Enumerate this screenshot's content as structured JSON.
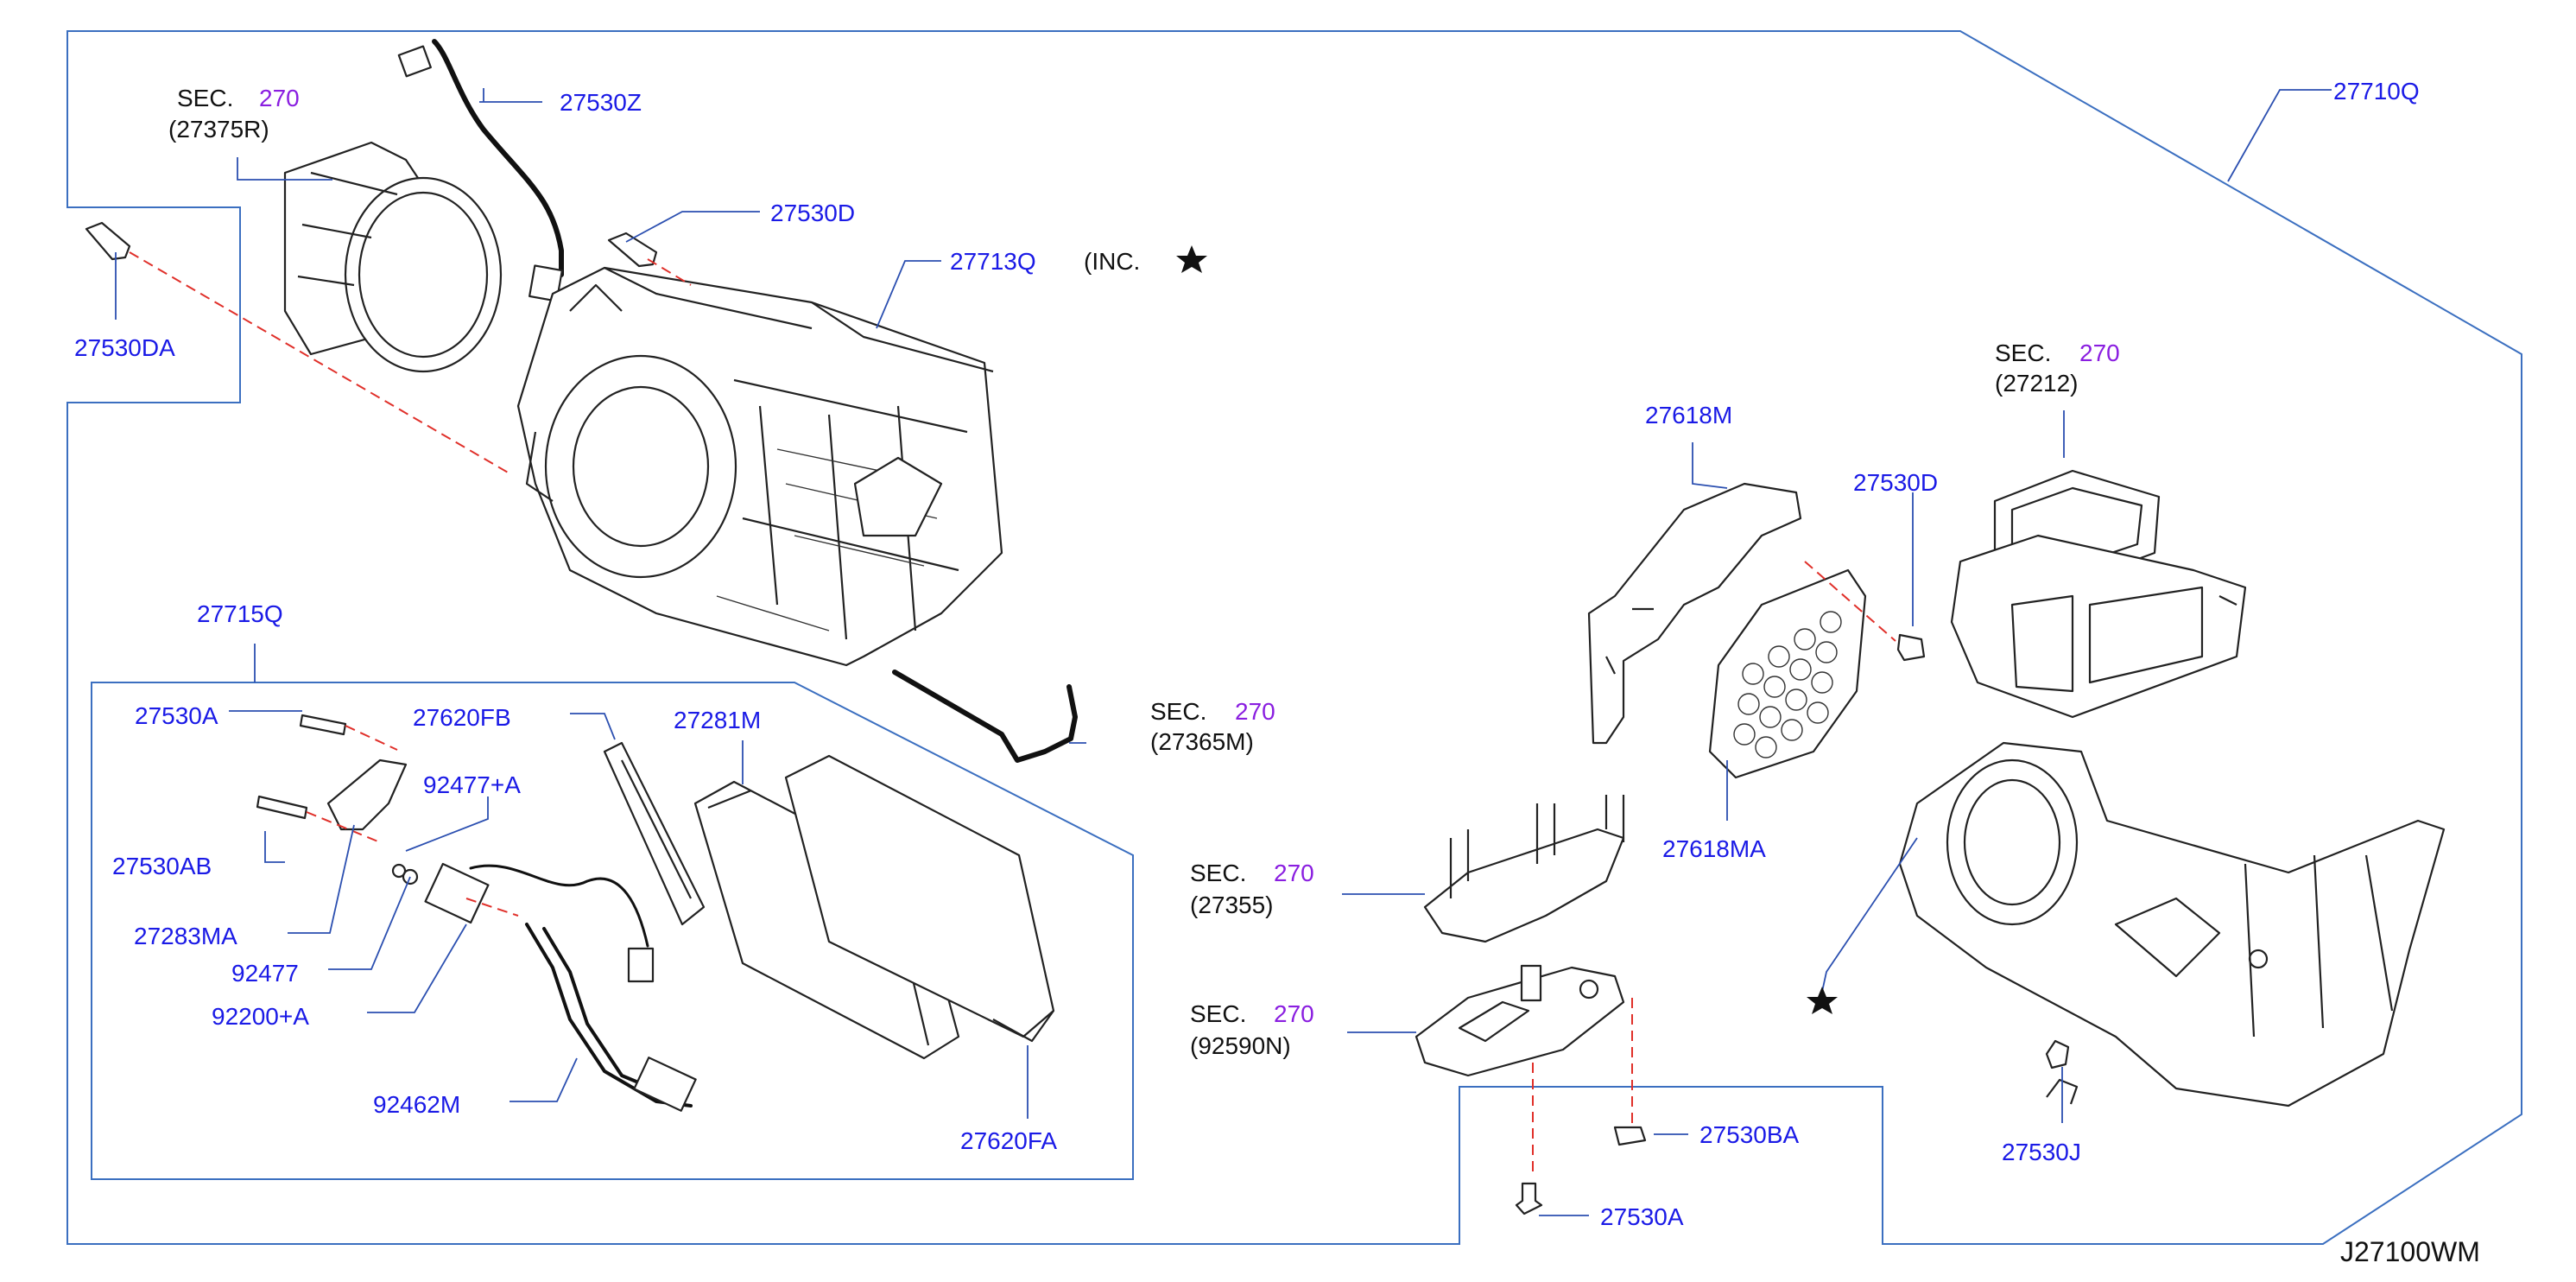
{
  "diagram_code": "J27100WM",
  "section_prefix": "SEC.",
  "inc_prefix": "(INC.",
  "colors": {
    "part_number": "#1a1ae6",
    "section_number": "#8a1ee0",
    "leader": "#2b4fb0",
    "hidden_line": "#e0302a"
  },
  "callouts": {
    "p27530Z": "27530Z",
    "p27530D_top": "27530D",
    "p27713Q": "27713Q",
    "p27530DA": "27530DA",
    "p27710Q": "27710Q",
    "p27715Q": "27715Q",
    "p27530A_left": "27530A",
    "p27620FB": "27620FB",
    "p27281M": "27281M",
    "p92477A": "92477+A",
    "p27530AB": "27530AB",
    "p27283MA": "27283MA",
    "p92477": "92477",
    "p92200A": "92200+A",
    "p92462M": "92462M",
    "p27620FA": "27620FA",
    "p27618M": "27618M",
    "p27530D_right": "27530D",
    "p27618MA": "27618MA",
    "p27530BA": "27530BA",
    "p27530A_bottom": "27530A",
    "p27530J": "27530J"
  },
  "sections": [
    {
      "id": "sec-27375R",
      "number": "270",
      "ref": "(27375R)"
    },
    {
      "id": "sec-27365M",
      "number": "270",
      "ref": "(27365M)"
    },
    {
      "id": "sec-27212",
      "number": "270",
      "ref": "(27212)"
    },
    {
      "id": "sec-27355",
      "number": "270",
      "ref": "(27355)"
    },
    {
      "id": "sec-92590N",
      "number": "270",
      "ref": "(92590N)"
    }
  ],
  "icons": [
    "star-icon"
  ]
}
